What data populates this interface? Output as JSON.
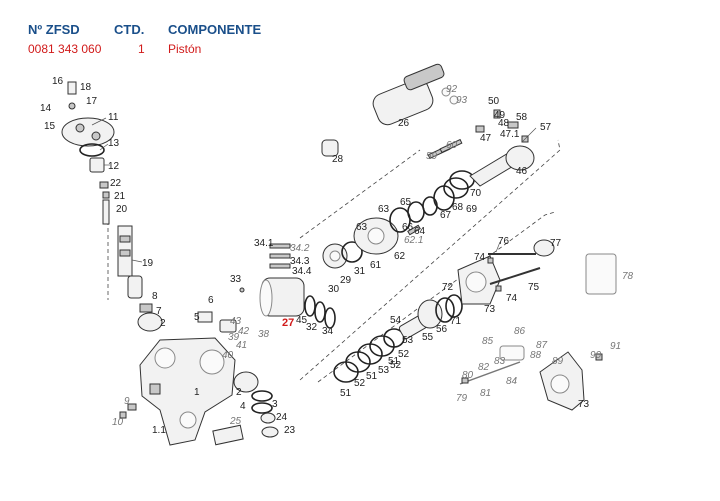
{
  "header": {
    "col_no": "Nº ZFSD",
    "col_qty": "CTD.",
    "col_component": "COMPONENTE",
    "part_number": "0081 343 060",
    "quantity": "1",
    "component_name": "Pistón"
  },
  "highlighted_callout": "27",
  "callouts": [
    {
      "text": "16"
    },
    {
      "text": "18"
    },
    {
      "text": "17"
    },
    {
      "text": "14"
    },
    {
      "text": "11"
    },
    {
      "text": "15"
    },
    {
      "text": "13"
    },
    {
      "text": "12"
    },
    {
      "text": "22"
    },
    {
      "text": "21"
    },
    {
      "text": "20"
    },
    {
      "text": "19"
    },
    {
      "text": "8"
    },
    {
      "text": "7"
    },
    {
      "text": "2"
    },
    {
      "text": "5"
    },
    {
      "text": "6"
    },
    {
      "text": "1"
    },
    {
      "text": "3"
    },
    {
      "text": "4"
    },
    {
      "text": "2"
    },
    {
      "text": "24"
    },
    {
      "text": "23"
    },
    {
      "text": "1.1"
    },
    {
      "text": "33"
    },
    {
      "text": "34.1"
    },
    {
      "text": "34.3"
    },
    {
      "text": "34.4"
    },
    {
      "text": "30"
    },
    {
      "text": "29"
    },
    {
      "text": "31"
    },
    {
      "text": "61"
    },
    {
      "text": "62"
    },
    {
      "text": "63"
    },
    {
      "text": "63"
    },
    {
      "text": "65"
    },
    {
      "text": "64"
    },
    {
      "text": "66"
    },
    {
      "text": "67"
    },
    {
      "text": "68"
    },
    {
      "text": "69"
    },
    {
      "text": "70"
    },
    {
      "text": "46"
    },
    {
      "text": "57"
    },
    {
      "text": "58"
    },
    {
      "text": "50"
    },
    {
      "text": "49"
    },
    {
      "text": "48"
    },
    {
      "text": "47.1"
    },
    {
      "text": "47"
    },
    {
      "text": "26"
    },
    {
      "text": "28"
    },
    {
      "text": "45"
    },
    {
      "text": "32"
    },
    {
      "text": "34"
    },
    {
      "text": "76"
    },
    {
      "text": "77"
    },
    {
      "text": "74"
    },
    {
      "text": "72"
    },
    {
      "text": "74"
    },
    {
      "text": "75"
    },
    {
      "text": "73"
    },
    {
      "text": "54"
    },
    {
      "text": "56"
    },
    {
      "text": "71"
    },
    {
      "text": "55"
    },
    {
      "text": "53"
    },
    {
      "text": "52"
    },
    {
      "text": "51"
    },
    {
      "text": "52"
    },
    {
      "text": "53"
    },
    {
      "text": "51"
    },
    {
      "text": "51"
    },
    {
      "text": "52"
    },
    {
      "text": "73"
    }
  ],
  "callouts_italic": [
    {
      "text": "92"
    },
    {
      "text": "93"
    },
    {
      "text": "60"
    },
    {
      "text": "59"
    },
    {
      "text": "62.1"
    },
    {
      "text": "34.2"
    },
    {
      "text": "38"
    },
    {
      "text": "43"
    },
    {
      "text": "42"
    },
    {
      "text": "41"
    },
    {
      "text": "40"
    },
    {
      "text": "39"
    },
    {
      "text": "10"
    },
    {
      "text": "9"
    },
    {
      "text": "25"
    },
    {
      "text": "78"
    },
    {
      "text": "86"
    },
    {
      "text": "85"
    },
    {
      "text": "87"
    },
    {
      "text": "88"
    },
    {
      "text": "83"
    },
    {
      "text": "82"
    },
    {
      "text": "80"
    },
    {
      "text": "84"
    },
    {
      "text": "79"
    },
    {
      "text": "81"
    },
    {
      "text": "89"
    },
    {
      "text": "90"
    },
    {
      "text": "91"
    }
  ]
}
